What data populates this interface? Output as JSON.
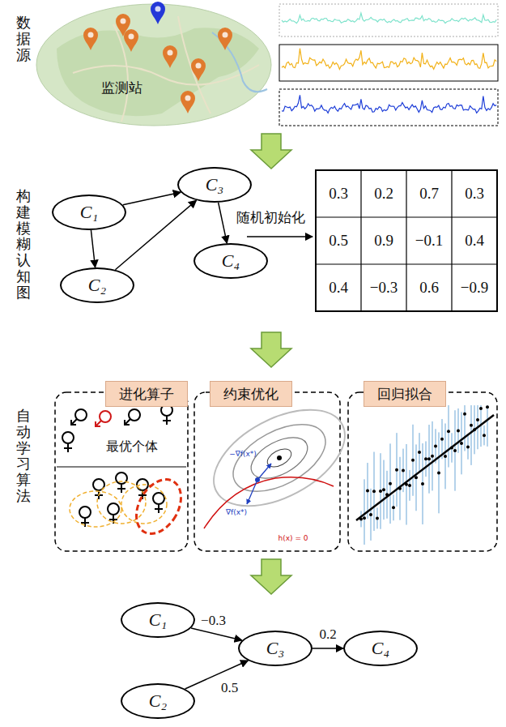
{
  "diagram": {
    "nodes": [
      {
        "text": [
          "C₁"
        ]
      },
      {
        "text": [
          "C₂"
        ]
      },
      {
        "text": [
          "C₃"
        ]
      },
      {
        "text": [
          "C₄"
        ]
      },
      {
        "text": [
          "进化算子"
        ]
      },
      {
        "text": [
          "约束优化"
        ]
      },
      {
        "text": [
          "回归拟合"
        ]
      },
      {
        "text": [
          "C₁"
        ]
      },
      {
        "text": [
          "C₂"
        ]
      },
      {
        "text": [
          "C₃"
        ]
      },
      {
        "text": [
          "C₄"
        ]
      }
    ],
    "edges": [
      {
        "from": 0,
        "to": 2,
        "arrow": "to"
      },
      {
        "from": 0,
        "to": 1,
        "arrow": "to"
      },
      {
        "from": 1,
        "to": 2,
        "arrow": "to"
      },
      {
        "from": 2,
        "to": 3,
        "arrow": "to"
      },
      {
        "from": 7,
        "to": 9,
        "label": "−0.3",
        "arrow": "to"
      },
      {
        "from": 8,
        "to": 9,
        "label": "0.5",
        "arrow": "to"
      },
      {
        "from": 9,
        "to": 10,
        "label": "0.2",
        "arrow": "to"
      }
    ],
    "labels": [
      "数据源",
      "监测站",
      "构建模糊认知图",
      "随机初始化",
      "0.3",
      "0.2",
      "0.7",
      "0.3",
      "0.5",
      "0.9",
      "−0.1",
      "0.4",
      "0.4",
      "−0.3",
      "0.6",
      "−0.9",
      "自动学习算法",
      "最优个体",
      "−∇f(x*)",
      "∇f(x*)",
      "h(x) = 0"
    ]
  }
}
